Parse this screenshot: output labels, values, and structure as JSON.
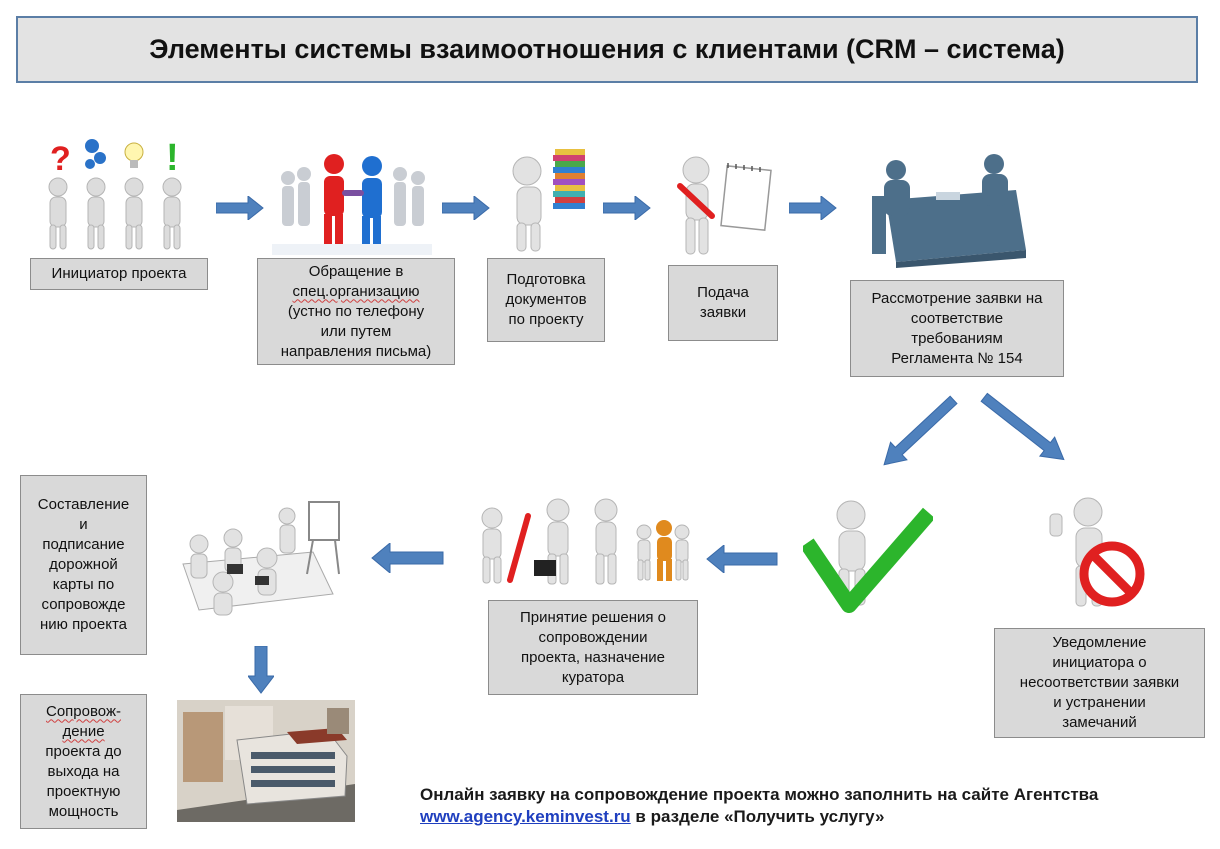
{
  "title": "Элементы системы взаимоотношения с клиентами (CRM – система)",
  "steps": {
    "initiator": "Инициатор проекта",
    "appeal_line1": "Обращение в",
    "appeal_line2": "спец.организацию",
    "appeal_line3": "(устно по телефону\nили путем\nнаправления письма)",
    "prepare": "Подготовка\nдокументов\nпо проекту",
    "submit": "Подача\nзаявки",
    "review": "Рассмотрение заявки на\nсоответствие\nтребованиям\nРегламента № 154",
    "notify": "Уведомление\nинициатора о\nнесоответствии заявки\nи устранении\nзамечаний",
    "decision": "Принятие решения о\nсопровождении\nпроекта, назначение\nкуратора",
    "roadmap": "Составление\nи\nподписание\nдорожной\nкарты по\nсопровожде\nнию проекта",
    "support_line1": "Сопровож-",
    "support_line2": "дение",
    "support_line3": "проекта до\nвыхода на\nпроектную\nмощность"
  },
  "footer": {
    "line1": "Онлайн заявку на сопровождение проекта можно заполнить на сайте Агентства",
    "link": "www.agency.keminvest.ru",
    "line2_rest": " в разделе «Получить услугу»"
  },
  "colors": {
    "arrow": "#4f81bd",
    "box_fill": "#d9d9d9",
    "title_border": "#5b7ea6",
    "figure": "#d8d8d8",
    "red": "#e02020",
    "blue_person": "#1f6fd0",
    "green_check": "#2cb52c"
  },
  "icons": [
    "question-mark-icon",
    "gears-icon",
    "lightbulb-icon",
    "exclamation-icon",
    "handshake-icon",
    "documents-stack-icon",
    "pencil-notepad-icon",
    "meeting-table-icon",
    "checkmark-icon",
    "prohibition-sign-icon",
    "whiteboard-meeting-icon",
    "building-icon"
  ]
}
